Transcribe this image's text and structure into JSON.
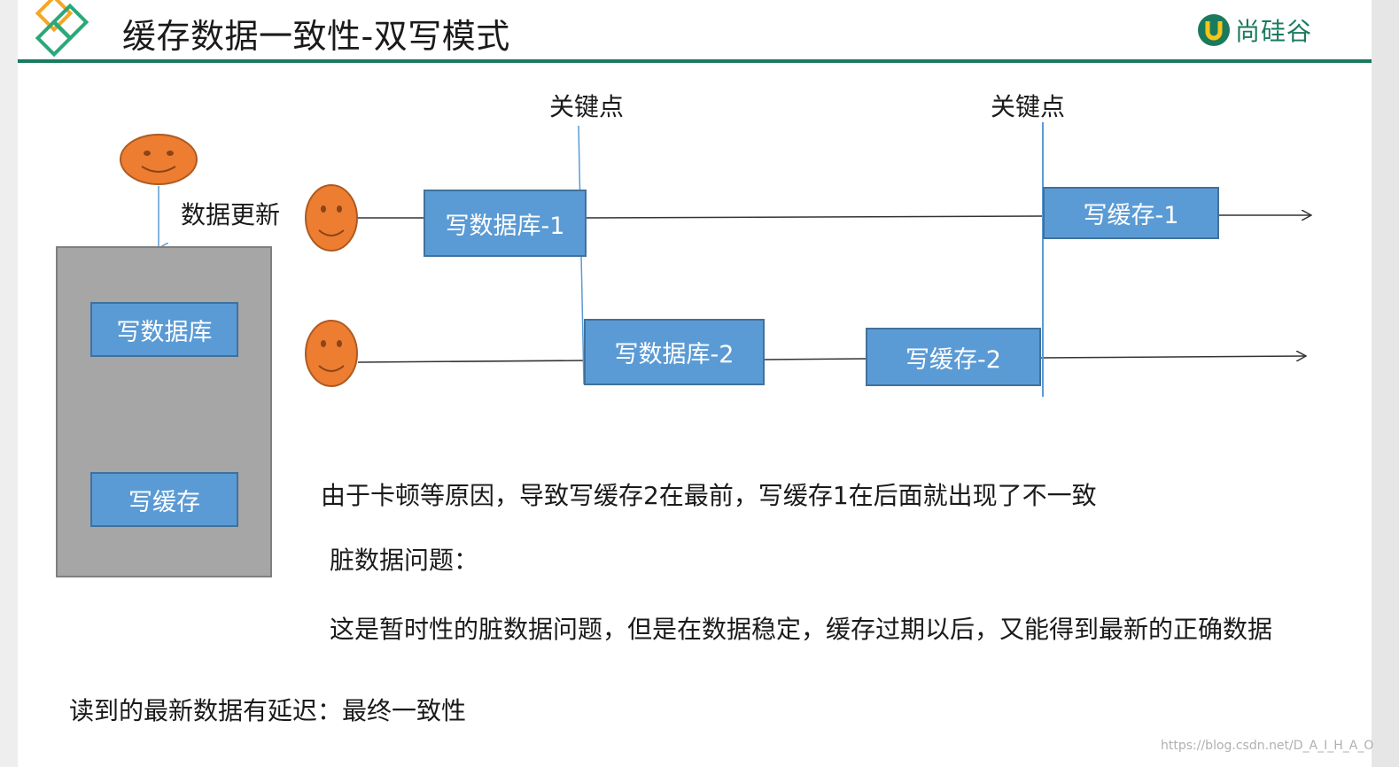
{
  "header": {
    "title": "缓存数据一致性-双写模式",
    "brand_name": "尚硅谷",
    "colors": {
      "rule": "#1a7a5e",
      "logo_orange": "#f5a623",
      "logo_green": "#2aa87a"
    }
  },
  "diagram": {
    "update_label": "数据更新",
    "left_box": {
      "step_1": "写数据库",
      "step_2": "写缓存"
    },
    "key_points": [
      "关键点",
      "关键点"
    ],
    "thread_1": {
      "steps": [
        "写数据库-1",
        "写缓存-1"
      ]
    },
    "thread_2": {
      "steps": [
        "写数据库-2",
        "写缓存-2"
      ]
    },
    "colors": {
      "box_fill": "#5b9bd5",
      "box_border": "#41719c",
      "face_fill": "#ed7d31",
      "face_border": "#ae5a21",
      "container_fill": "#a6a6a6"
    }
  },
  "notes": {
    "line_1": "由于卡顿等原因，导致写缓存2在最前，写缓存1在后面就出现了不一致",
    "line_2": "脏数据问题：",
    "line_3": "这是暂时性的脏数据问题，但是在数据稳定，缓存过期以后，又能得到最新的正确数据",
    "line_4": "读到的最新数据有延迟：最终一致性"
  },
  "watermark": "https://blog.csdn.net/D_A_I_H_A_O"
}
